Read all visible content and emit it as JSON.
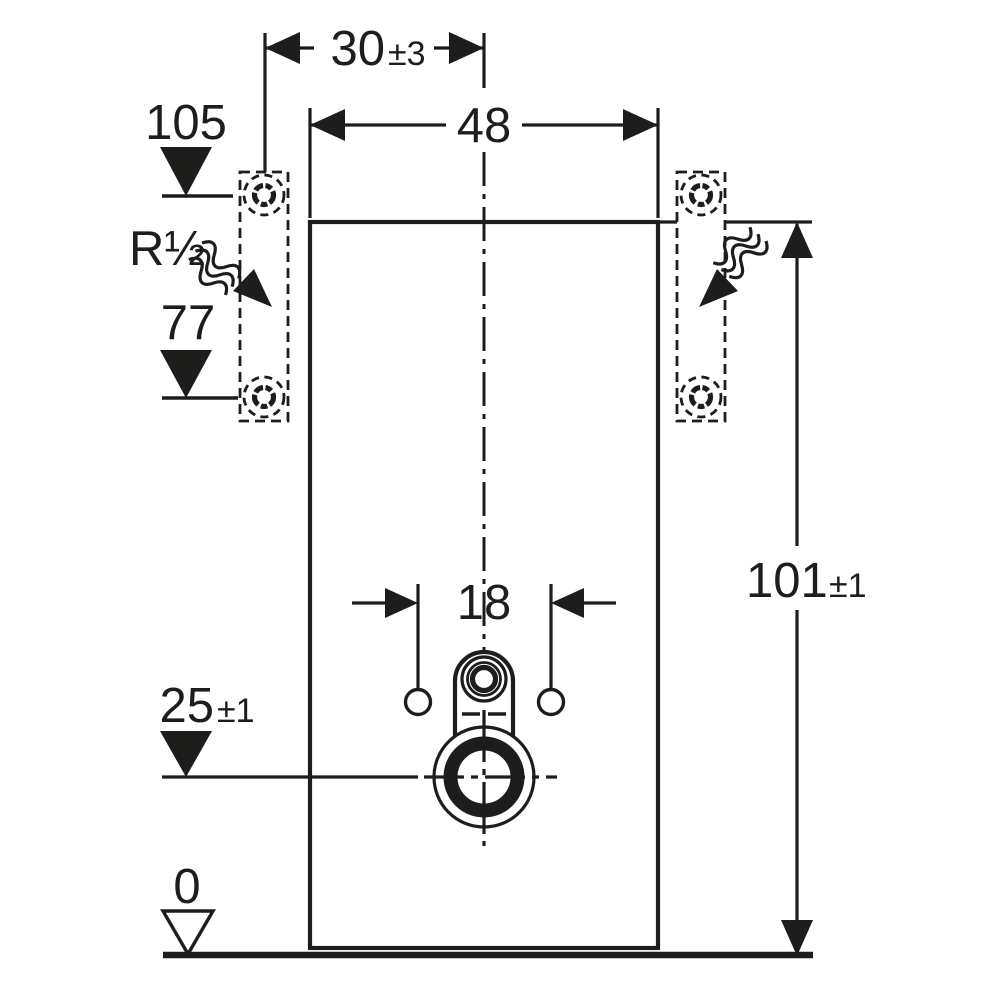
{
  "drawing": {
    "colors": {
      "ink": "#1d1d1b",
      "paper": "#ffffff"
    }
  },
  "dims": {
    "top_offset": {
      "value": "30",
      "tol": "±3"
    },
    "width": {
      "value": "48"
    },
    "height": {
      "value": "101",
      "tol": "±1"
    },
    "supply_top": {
      "value": "105"
    },
    "thread": {
      "value": "R½"
    },
    "supply_bottom": {
      "value": "77"
    },
    "bolt_spacing": {
      "value": "18"
    },
    "outlet_height": {
      "value": "25",
      "tol": "±1"
    },
    "floor": {
      "value": "0"
    }
  }
}
